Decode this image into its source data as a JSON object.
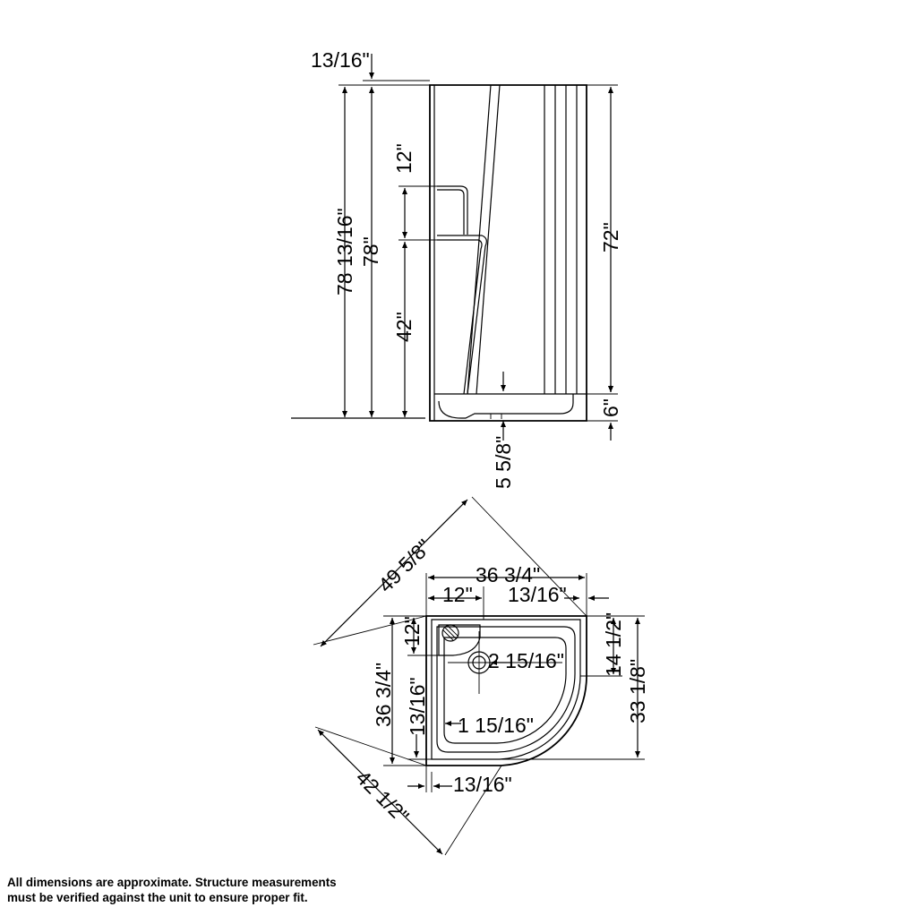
{
  "elevation": {
    "top_trim": "13/16\"",
    "overall_height": "78 13/16\"",
    "wall_height": "78\"",
    "upper_shelf_spacing": "12\"",
    "seat_height": "42\"",
    "panel_height": "72\"",
    "base_height": "6\"",
    "base_offset": "5 5/8\""
  },
  "plan": {
    "diagonal": "49 5/8\"",
    "width": "36 3/4\"",
    "shelf_width": "12\"",
    "right_flange": "13/16\"",
    "radius_offset": "14 1/2\"",
    "drain_diameter": "2 15/16\"",
    "shelf_depth": "12\"",
    "left_flange": "13/16\"",
    "depth": "36 3/4\"",
    "right_depth": "33 1/8\"",
    "threshold": "1 15/16\"",
    "bottom_flange": "13/16\"",
    "front_diagonal": "42 1/2\""
  },
  "disclaimer": {
    "line1": "All dimensions are approximate. Structure measurements",
    "line2": "must be verified against the unit to ensure proper fit."
  }
}
